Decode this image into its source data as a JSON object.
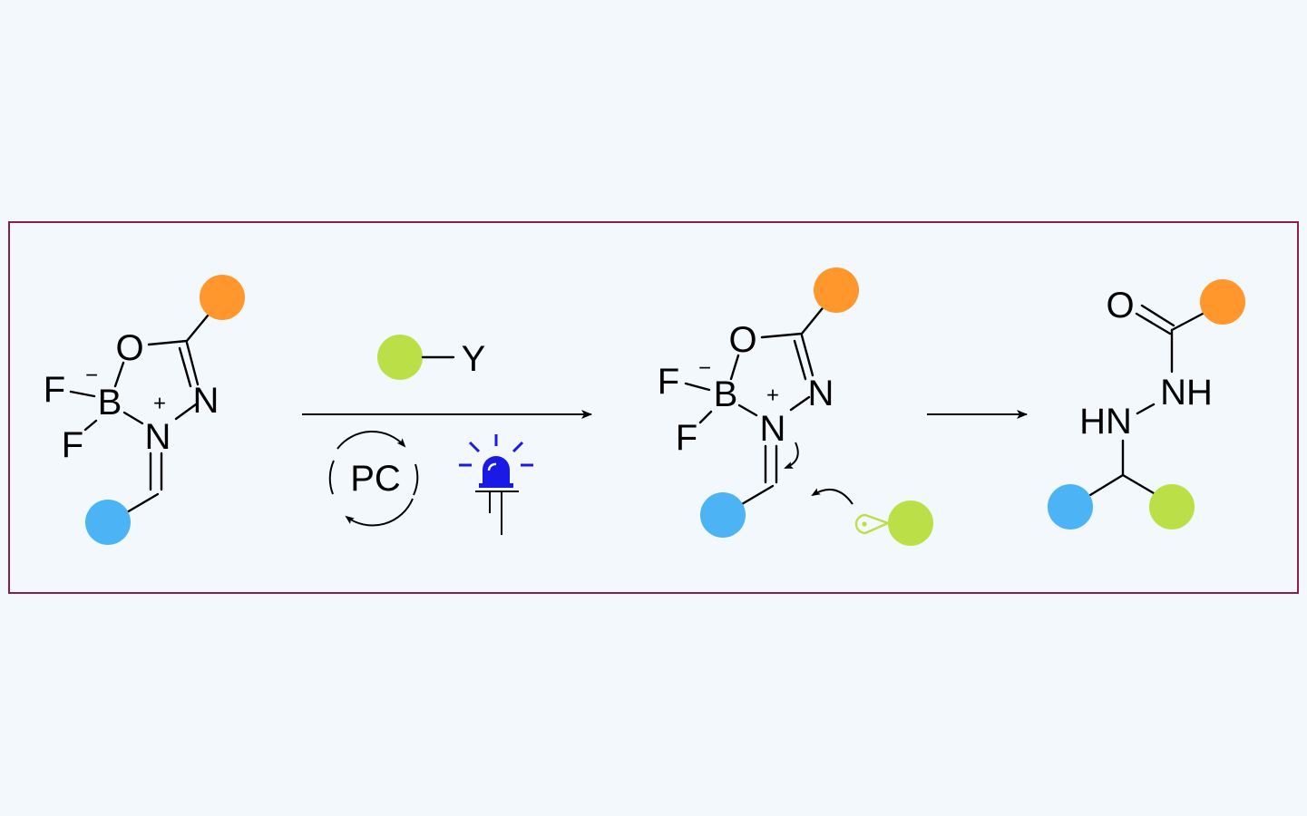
{
  "colors": {
    "background": "#f3f8fc",
    "frame": "#8a1f4a",
    "orange_group": "#ff972c",
    "blue_group": "#4cb4f5",
    "green_group": "#bbdf47",
    "light": "#1a1ae6",
    "line": "#000000"
  },
  "reactant": {
    "atoms": {
      "O": "O",
      "B": "B",
      "N1": "N",
      "N2": "N",
      "F1": "F",
      "F2": "F"
    },
    "charges": {
      "minus": "−",
      "plus": "+"
    }
  },
  "conditions": {
    "reagent_label": "Y",
    "catalyst": "PC",
    "light_icon": "blue-light-icon"
  },
  "intermediate": {
    "atoms": {
      "O": "O",
      "B": "B",
      "N1": "N",
      "N2": "N",
      "F1": "F",
      "F2": "F"
    },
    "charges": {
      "minus": "−",
      "plus": "+"
    },
    "radical_icon": "radical-orbital-icon"
  },
  "product": {
    "atoms": {
      "O": "O",
      "NH": "NH",
      "HN": "HN"
    }
  }
}
